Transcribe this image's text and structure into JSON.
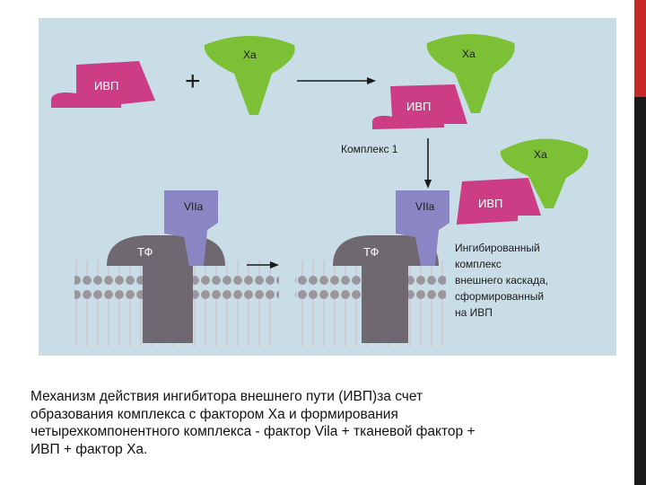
{
  "diagram": {
    "labels": {
      "ivp": "ИВП",
      "xa": "Xa",
      "plus": "+",
      "complex1": "Комплекс 1",
      "viia": "VIIa",
      "tf": "ТФ"
    },
    "inhibited_complex": [
      "Ингибированный",
      "комплекс",
      "внешнего каскада,",
      "сформированный",
      "на ИВП"
    ],
    "colors": {
      "background": "#c9dde6",
      "ivp": "#cc3d86",
      "xa": "#7cc036",
      "viia": "#8a86c4",
      "tf": "#6f6870",
      "membrane": "#c4bec6"
    }
  },
  "caption": {
    "line1": "Механизм действия ингибитора внешнего пути (ИВП)за счет",
    "line2": "образования комплекса с фактором Xa и формирования",
    "line3": "четырехкомпонентного комплекса - фактор Vila + тканевой фактор +",
    "line4": "ИВП + фактор Xa."
  }
}
